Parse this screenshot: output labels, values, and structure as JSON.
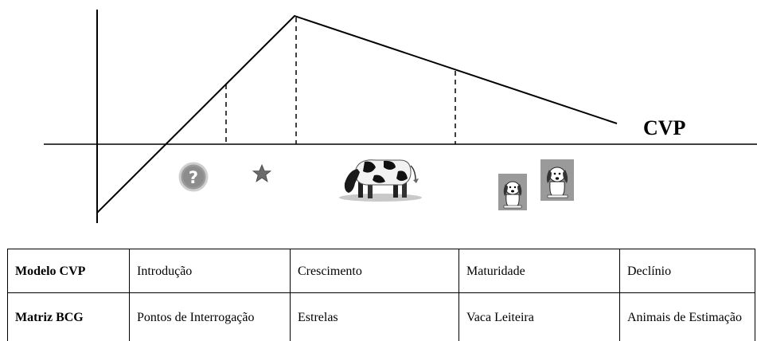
{
  "diagram": {
    "curve_label": "CVP",
    "icons": [
      "question-mark-icon",
      "star-icon",
      "cow-icon",
      "dog-icon",
      "dog-icon"
    ]
  },
  "table": {
    "rows": [
      {
        "header": "Modelo CVP",
        "cells": [
          "Introdução",
          "Crescimento",
          "Maturidade",
          "Declínio"
        ]
      },
      {
        "header": "Matriz BCG",
        "cells": [
          "Pontos de Interrogação",
          "Estrelas",
          "Vaca Leiteira",
          "Animais de Estimação"
        ]
      }
    ]
  },
  "colors": {
    "line": "#000000",
    "icon_grey": "#8a8a8a",
    "dog_bg": "#9a9a9a"
  }
}
